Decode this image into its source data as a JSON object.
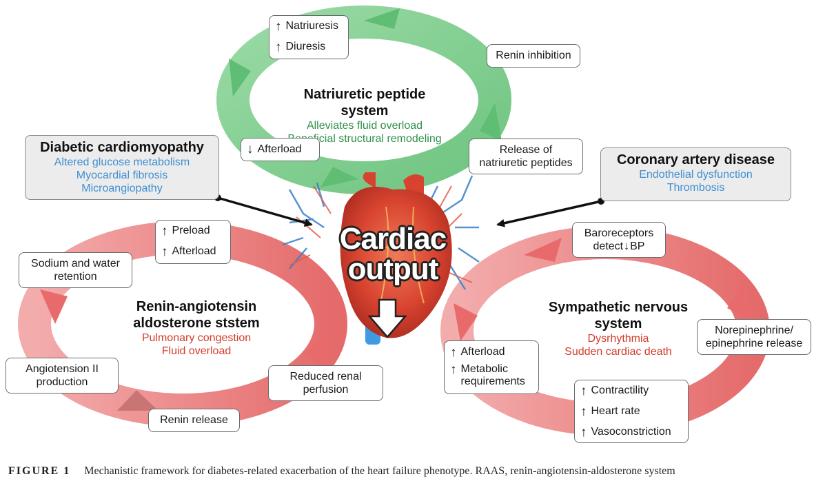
{
  "natriuretic": {
    "title": "Natriuretic peptide system",
    "effects": [
      "Alleviates fluid overload",
      "Beneficial structural remodeling"
    ],
    "box_diuresis": [
      "Natriuresis",
      "Diuresis"
    ],
    "box_renin_inhibition": "Renin inhibition",
    "box_afterload": "Afterload",
    "box_release": [
      "Release of",
      "natriuretic peptides"
    ]
  },
  "diabetic": {
    "title": "Diabetic cardiomyopathy",
    "items": [
      "Altered glucose metabolism",
      "Myocardial fibrosis",
      "Microangiopathy"
    ]
  },
  "coronary": {
    "title": "Coronary artery disease",
    "items": [
      "Endothelial dysfunction",
      "Thrombosis"
    ]
  },
  "center": {
    "line1": "Cardiac",
    "line2": "output"
  },
  "raas": {
    "title": [
      "Renin-angiotensin",
      "aldosterone ststem"
    ],
    "effects": [
      "Pulmonary congestion",
      "Fluid overload"
    ],
    "box_preload": [
      "Preload",
      "Afterload"
    ],
    "box_sodium": [
      "Sodium and water",
      "retention"
    ],
    "box_angiotensin": [
      "Angiotension II",
      "production"
    ],
    "box_renin_release": "Renin release",
    "box_renal": [
      "Reduced renal",
      "perfusion"
    ]
  },
  "sympathetic": {
    "title": [
      "Sympathetic nervous",
      "system"
    ],
    "effects": [
      "Dysrhythmia",
      "Sudden cardiac death"
    ],
    "box_baro": [
      "Baroreceptors",
      "detect",
      "BP"
    ],
    "box_norepi": [
      "Norepinephrine/",
      "epinephrine release"
    ],
    "box_afterload": [
      "Afterload",
      "Metabolic",
      "requirements"
    ],
    "box_contract": [
      "Contractility",
      "Heart rate",
      "Vasoconstriction"
    ]
  },
  "caption": {
    "label": "FIGURE 1",
    "text": "Mechanistic framework for diabetes-related exacerbation of the heart failure phenotype. RAAS, renin-angiotensin-aldosterone system"
  },
  "colors": {
    "green": "#7fcf8f",
    "red": "#e96a6a",
    "blue_text": "#3f8fd2",
    "green_text": "#2e9148",
    "red_text": "#d23b2a"
  }
}
